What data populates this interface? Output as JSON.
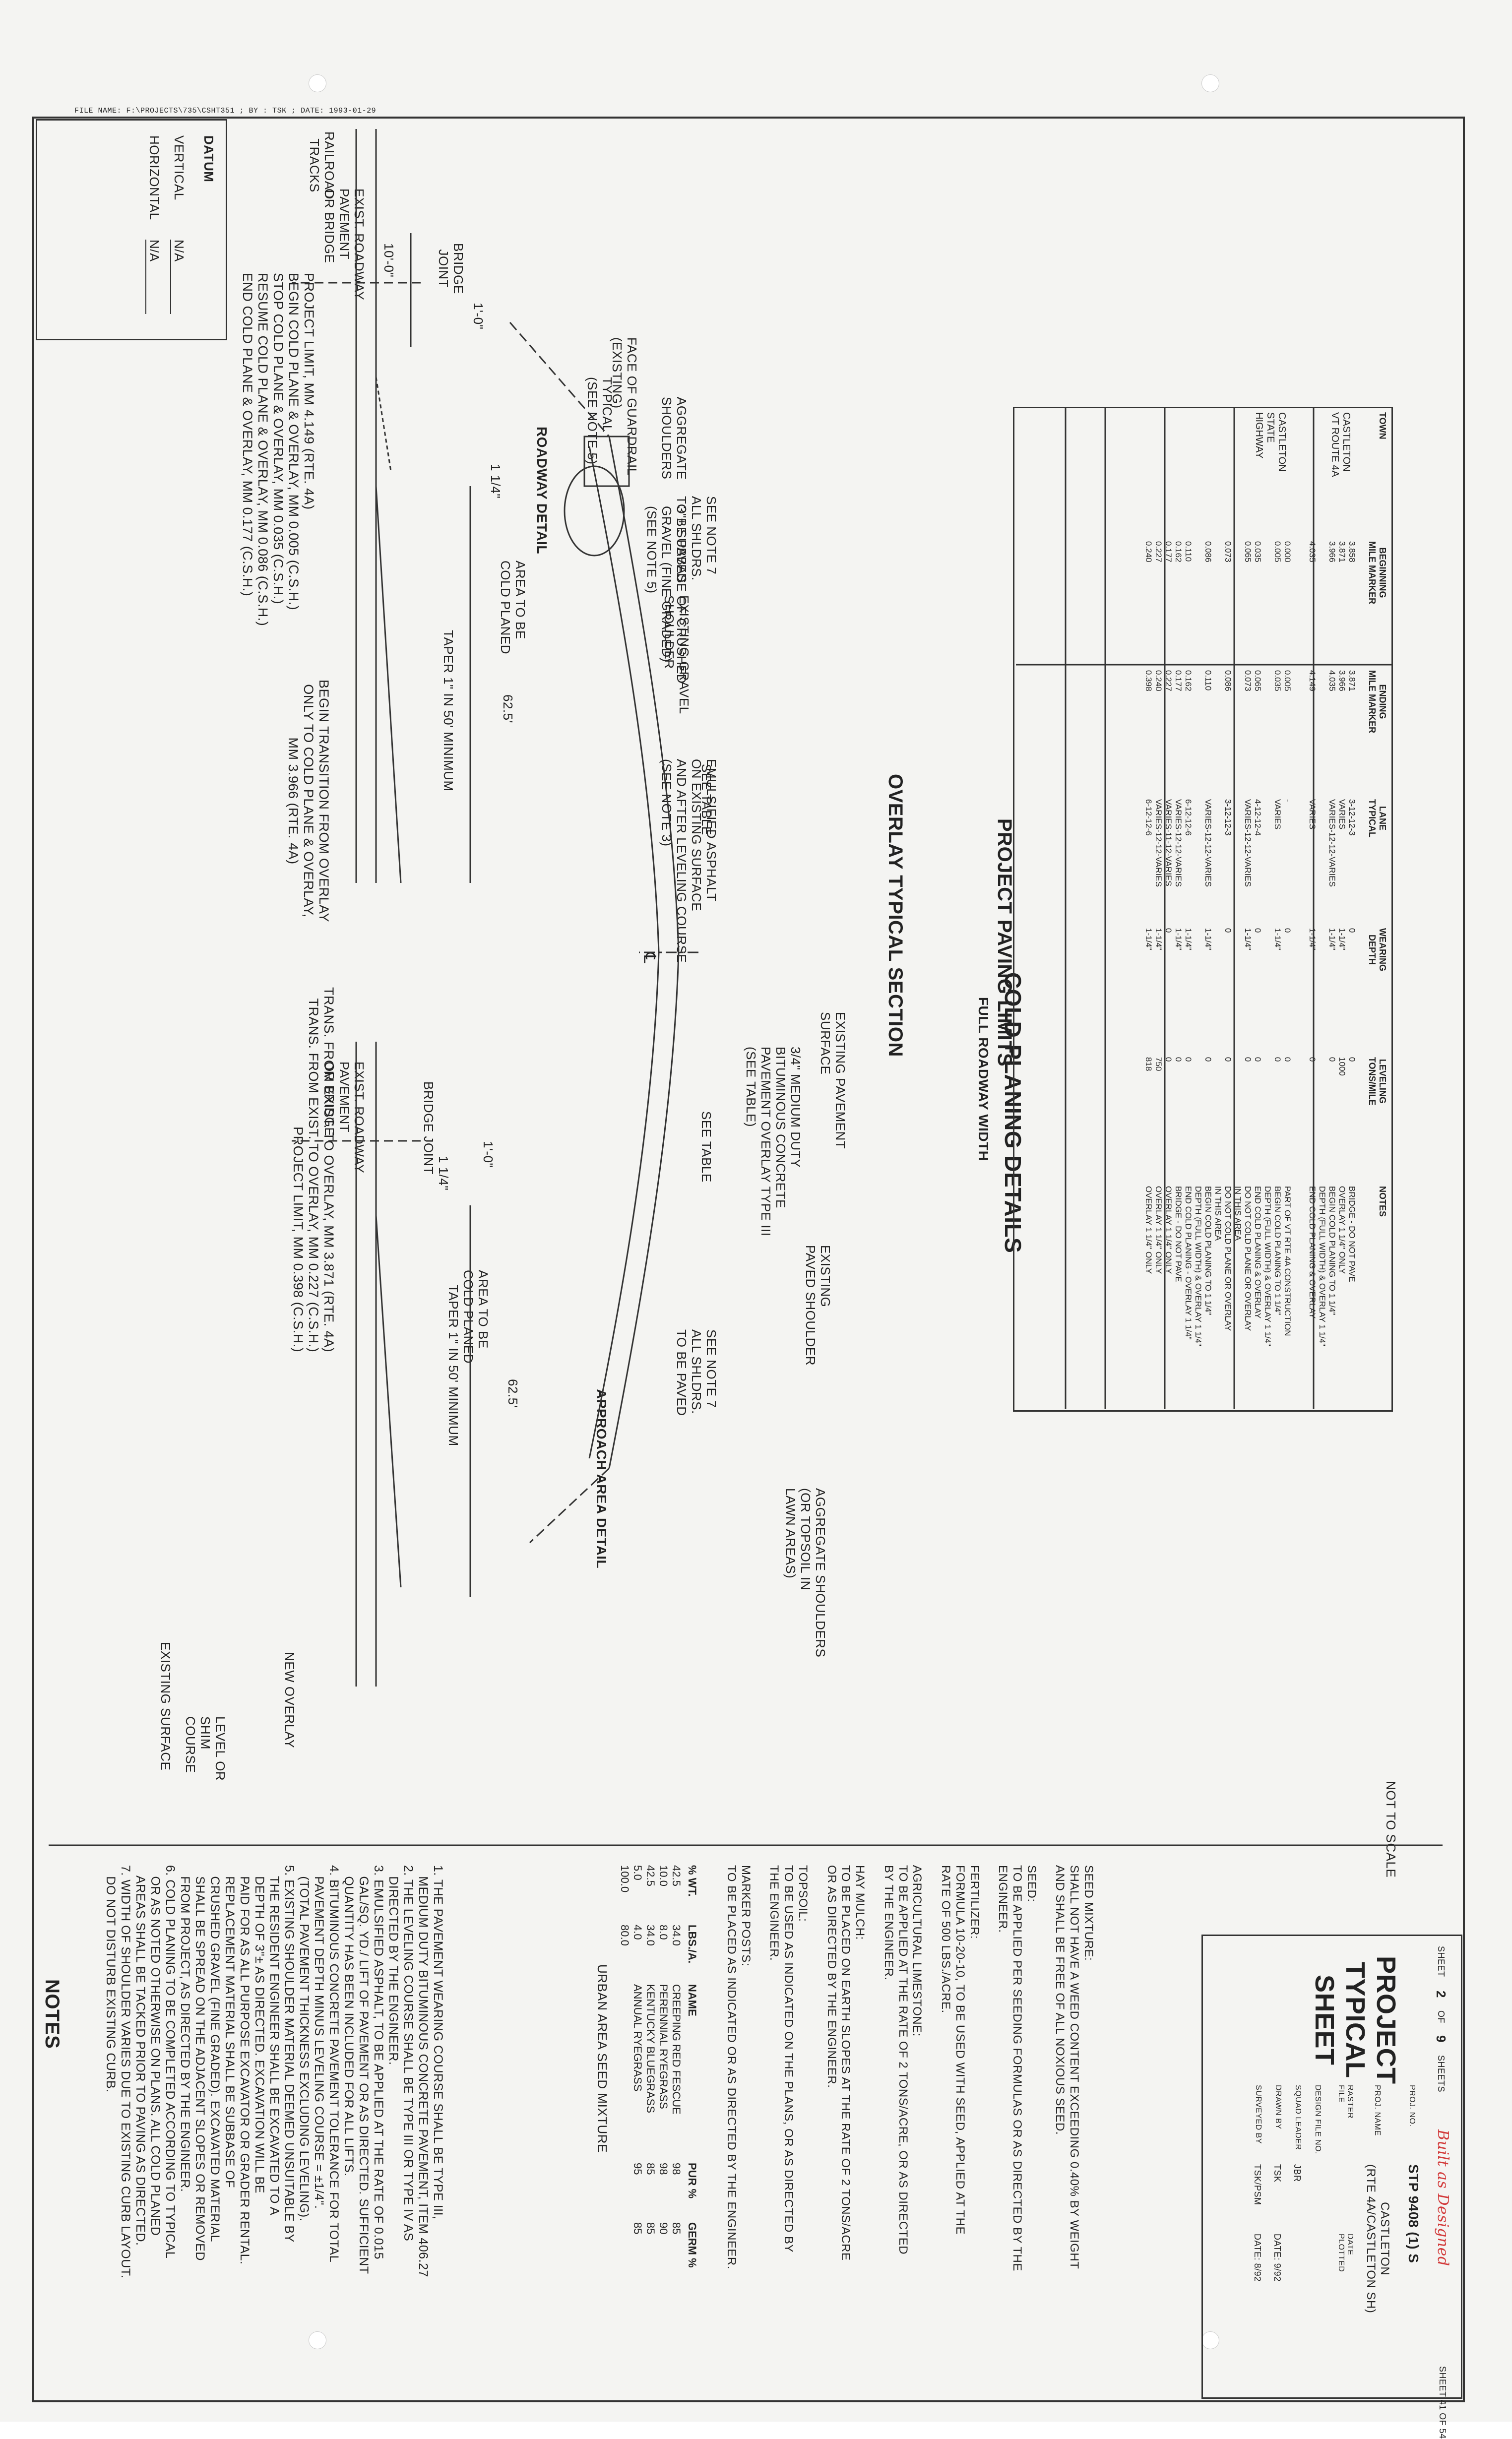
{
  "file_header": "FILE NAME: F:\\PROJECTS\\735\\CSHT351 ; BY : TSK ; DATE: 1993-01-29",
  "datum": {
    "title": "DATUM",
    "vertical_label": "VERTICAL",
    "vertical_value": "N/A",
    "horizontal_label": "HORIZONTAL",
    "horizontal_value": "N/A"
  },
  "cold_planing": {
    "title": "COLD PLANING DETAILS",
    "subtitle": "FULL ROADWAY WIDTH",
    "roadway_detail": {
      "title": "ROADWAY DETAIL",
      "top_note": "PROJECT LIMIT, MM 4.149 (RTE. 4A)\nBEGIN COLD PLANE & OVERLAY, MM 0.005 (C.S.H.)\nSTOP COLD PLANE & OVERLAY, MM 0.035 (C.S.H.)\nRESUME COLD PLANE & OVERLAY, MM 0.086 (C.S.H.)\nEND COLD PLANE & OVERLAY, MM 0.177 (C.S.H.)",
      "transition_note": "BEGIN TRANSITION FROM OVERLAY\nONLY TO COLD PLANE & OVERLAY,\nMM 3.966 (RTE. 4A)",
      "railroad": "RAILROAD\nTRACKS",
      "exist_roadway": "EXIST. ROADWAY\nPAVEMENT\nOR BRIDGE",
      "bridge_joint": "BRIDGE\nJOINT",
      "dim_10": "10'-0\"",
      "dim_1": "1'-0\"",
      "depth": "1 1/4\"",
      "area": "AREA TO BE\nCOLD PLANED",
      "length": "62.5'",
      "taper": "TAPER 1\" IN 50' MINIMUM"
    },
    "approach_detail": {
      "title": "APPROACH AREA DETAIL",
      "top_note": "TRANS. FROM EXIST. TO OVERLAY, MM 3.871 (RTE. 4A)\nTRANS. FROM EXIST. TO OVERLAY, MM 0.227 (C.S.H.)\nPROJECT LIMIT, MM 0.398 (C.S.H.)",
      "exist_roadway": "EXIST. ROADWAY\nPAVEMENT\nOR BRIDGE",
      "bridge_joint": "BRIDGE JOINT",
      "dim_1": "1'-0\"",
      "depth": "1 1/4\"",
      "area": "AREA TO BE\nCOLD PLANED",
      "length": "62.5'",
      "taper": "TAPER 1\" IN 50' MINIMUM",
      "new_overlay": "NEW OVERLAY",
      "existing_surface": "EXISTING SURFACE",
      "level_course": "LEVEL OR\nSHIM\nCOURSE"
    }
  },
  "overlay": {
    "title": "OVERLAY TYPICAL SECTION",
    "face_guardrail": "FACE OF GUARDRAIL\n(EXISTING)",
    "see_note_7": "SEE NOTE 7\nALL SHLDRS.\nTO BE PAVED",
    "see_table": "SEE TABLE",
    "cl": "℄",
    "aggregate_shoulders_left": "AGGREGATE\nSHOULDERS",
    "typical_note5": "TYPICAL\n(SEE NOTE 5)",
    "subbase": "3\"± SUBBASE OF CRUSHED\nGRAVEL (FINE GRADED)\n(SEE NOTE 5)",
    "existing_gravel": "EXISTING GRAVEL\nSHOULDER",
    "emulsified": "EMULSIFIED ASPHALT\nON EXISTING SURFACE\nAND AFTER LEVELING COURSE\n(SEE NOTE 3)",
    "bituminous": "3/4\" MEDIUM DUTY\nBITUMINOUS CONCRETE\nPAVEMENT OVERLAY TYPE III\n(SEE TABLE)",
    "existing_pavement": "EXISTING PAVEMENT\nSURFACE",
    "existing_paved_shoulder": "EXISTING\nPAVED SHOULDER",
    "aggregate_shoulders_right": "AGGREGATE SHOULDERS\n(OR TOPSOIL IN\nLAWN AREAS)"
  },
  "paving_limits": {
    "title": "PROJECT PAVING LIMITS",
    "headers": [
      "TOWN",
      "BEGINNING\nMILE MARKER",
      "ENDING\nMILE MARKER",
      "LANE\nTYPICAL",
      "WEARING\nDEPTH",
      "LEVELING\nTONS/MILE",
      "NOTES"
    ],
    "groups": [
      {
        "town": "CASTLETON\nVT ROUTE 4A",
        "rows": [
          [
            "3.858",
            "3.871",
            "3-12-12-3",
            "0",
            "0",
            "BRIDGE - DO NOT PAVE"
          ],
          [
            "3.871",
            "3.966",
            "VARIES",
            "1-1/4\"",
            "1000",
            "OVERLAY 1 1/4\" ONLY"
          ],
          [
            "3.966",
            "4.035",
            "VARIES-12-12-VARIES",
            "1-1/4\"",
            "0",
            "BEGIN COLD PLANING TO 1 1/4\""
          ],
          [
            "",
            "",
            "",
            "",
            "",
            "DEPTH (FULL WIDTH) & OVERLAY 1 1/4\""
          ],
          [
            "4.035",
            "4.149",
            "VARIES",
            "1-1/4\"",
            "0",
            "END COLD PLANING & OVERLAY"
          ]
        ]
      },
      {
        "town": "CASTLETON\nSTATE\nHIGHWAY",
        "rows": [
          [
            "0.000",
            "0.005",
            "-",
            "0",
            "0",
            "PART OF VT RTE 4A CONSTRUCTION"
          ],
          [
            "0.005",
            "0.035",
            "VARIES",
            "1-1/4\"",
            "0",
            "BEGIN COLD PLANING TO 1 1/4\""
          ],
          [
            "",
            "",
            "",
            "",
            "",
            "DEPTH (FULL WIDTH) & OVERLAY 1 1/4\""
          ],
          [
            "0.035",
            "0.065",
            "4-12-12-4",
            "0",
            "0",
            "END COLD PLANING & OVERLAY"
          ],
          [
            "0.065",
            "0.073",
            "VARIES-12-12-VARIES",
            "1-1/4\"",
            "0",
            "DO NOT COLD PLANE OR OVERLAY"
          ],
          [
            "",
            "",
            "",
            "",
            "",
            "IN THIS AREA"
          ],
          [
            "0.073",
            "0.086",
            "3-12-12-3",
            "0",
            "0",
            "DO NOT COLD PLANE OR OVERLAY"
          ],
          [
            "",
            "",
            "",
            "",
            "",
            "IN THIS AREA"
          ],
          [
            "0.086",
            "0.110",
            "VARIES-12-12-VARIES",
            "1-1/4\"",
            "0",
            "BEGIN COLD PLANING TO 1 1/4\""
          ],
          [
            "",
            "",
            "",
            "",
            "",
            "DEPTH (FULL WIDTH) & OVERLAY 1 1/4\""
          ],
          [
            "0.110",
            "0.162",
            "6-12-12-6",
            "1-1/4\"",
            "0",
            "END COLD PLANING - OVERLAY 1 1/4\""
          ],
          [
            "0.162",
            "0.177",
            "VARIES-12-12-VARIES",
            "1-1/4\"",
            "0",
            "BRIDGE - DO NOT PAVE"
          ],
          [
            "0.177",
            "0.227",
            "VARIES-11-12-VARIES",
            "0",
            "0",
            "OVERLAY 1 1/4\" ONLY"
          ],
          [
            "0.227",
            "0.240",
            "VARIES-12-12-VARIES",
            "1-1/4\"",
            "750",
            "OVERLAY 1 1/4\" ONLY"
          ],
          [
            "0.240",
            "0.398",
            "6-12-12-6",
            "1-1/4\"",
            "818",
            "OVERLAY 1 1/4\" ONLY"
          ]
        ]
      }
    ]
  },
  "notes": {
    "title": "NOTES",
    "text": "1. THE PAVEMENT WEARING COURSE SHALL BE TYPE III,\n   MEDIUM DUTY BITUMINOUS CONCRETE PAVEMENT, ITEM 406.27\n2. THE LEVELING COURSE SHALL BE TYPE III OR TYPE IV AS\n   DIRECTED BY THE ENGINEER.\n3. EMULSIFIED ASPHALT, TO BE APPLIED AT THE RATE OF 0.015\n   GAL/SQ. YD./ LIFT OF PAVEMENT OR AS DIRECTED. SUFFICIENT\n   QUANTITY HAS BEEN INCLUDED FOR ALL LIFTS.\n4. BITUMINOUS CONCRETE PAVEMENT TOLERANCE FOR TOTAL\n   PAVEMENT DEPTH MINUS LEVELING COURSE = ±1/4\".\n   (TOTAL PAVEMENT THICKNESS EXCLUDING LEVELING).\n5. EXISTING SHOULDER MATERIAL DEEMED UNSUITABLE BY\n   THE RESIDENT ENGINEER SHALL BE EXCAVATED TO A\n   DEPTH OF 3\"± AS DIRECTED. EXCAVATION WILL BE\n   PAID FOR AS ALL PURPOSE EXCAVATOR OR GRADER RENTAL.\n   REPLACEMENT MATERIAL SHALL BE SUBBASE OF\n   CRUSHED GRAVEL (FINE GRADED). EXCAVATED MATERIAL\n   SHALL BE SPREAD ON THE ADJACENT SLOPES OR REMOVED\n   FROM PROJECT, AS DIRECTED BY THE ENGINEER.\n6. COLD PLANING TO BE COMPLETED ACCORDING TO TYPICAL\n   OR AS NOTED OTHERWISE ON PLANS. ALL COLD PLANED\n   AREAS SHALL BE TACKED PRIOR TO PAVING AS DIRECTED.\n7. WIDTH OF SHOULDER VARIES DUE TO EXISTING CURB LAYOUT.\n   DO NOT DISTURB EXISTING CURB.",
    "seed_title": "URBAN AREA SEED MIXTURE",
    "seed_headers": [
      "% WT.",
      "LBS./A.",
      "NAME",
      "PUR %",
      "GERM %"
    ],
    "seed_rows": [
      [
        "42.5",
        "34.0",
        "CREEPING RED FESCUE",
        "98",
        "85"
      ],
      [
        "10.0",
        "8.0",
        "PERENNIAL RYEGRASS",
        "98",
        "90"
      ],
      [
        "42.5",
        "34.0",
        "KENTUCKY BLUEGRASS",
        "85",
        "85"
      ],
      [
        "5.0",
        "4.0",
        "ANNUAL RYEGRASS",
        "95",
        "85"
      ],
      [
        "100.0",
        "80.0",
        "",
        "",
        ""
      ]
    ],
    "specs": "SEED MIXTURE:\nSHALL NOT HAVE A WEED CONTENT EXCEEDING 0.40% BY WEIGHT\nAND SHALL BE FREE OF ALL NOXIOUS SEED.\n\nSEED:\nTO BE APPLIED PER SEEDING FORMULAS OR AS DIRECTED BY THE\nENGINEER.\n\nFERTILIZER:\nFORMULA 10-20-10, TO BE USED WITH SEED, APPLIED AT THE\nRATE OF 500 LBS./ACRE.\n\nAGRICULTURAL LIMESTONE:\nTO BE APPLIED AT THE RATE OF 2 TONS/ACRE, OR AS DIRECTED\nBY THE ENGINEER.\n\nHAY MULCH:\nTO BE PLACED ON EARTH SLOPES AT THE RATE OF 2 TONS/ACRE\nOR AS DIRECTED BY THE ENGINEER.\n\nTOPSOIL:\nTO BE USED AS INDICATED ON THE PLANS, OR AS DIRECTED BY\nTHE ENGINEER.\n\nMARKER POSTS:\nTO BE PLACED AS INDICATED OR AS DIRECTED BY THE ENGINEER.",
    "not_to_scale": "NOT TO SCALE"
  },
  "title_block": {
    "title": "PROJECT\nTYPICAL\nSHEET",
    "built_as_designed": "Built as Designed",
    "surveyed_by": "SURVEYED BY",
    "surveyed_val": "TSK/PSM",
    "drawn_by": "DRAWN BY",
    "drawn_val": "TSK",
    "squad_leader": "SQUAD LEADER",
    "squad_val": "JBR",
    "design_file": "DESIGN FILE NO.",
    "date1": "DATE: 8/92",
    "date2": "DATE: 9/92",
    "date_plotted": "DATE\nPLOTTED",
    "raster_file": "RASTER\nFILE",
    "proj_name_label": "PROJ. NAME",
    "proj_name": "CASTLETON\n(RTE 4A/CASTLETON SH)",
    "proj_no_label": "PROJ. NO.",
    "proj_no": "STP 9408 (1) S",
    "sheet_label": "SHEET",
    "sheet_num": "2",
    "of_label": "OF",
    "sheet_total": "9",
    "sheets_label": "SHEETS",
    "sheet_stamp": "SHEET 41 OF 54"
  },
  "colors": {
    "ink": "#222222",
    "paper": "#f4f4f2",
    "red_ink": "#d23a3a"
  }
}
